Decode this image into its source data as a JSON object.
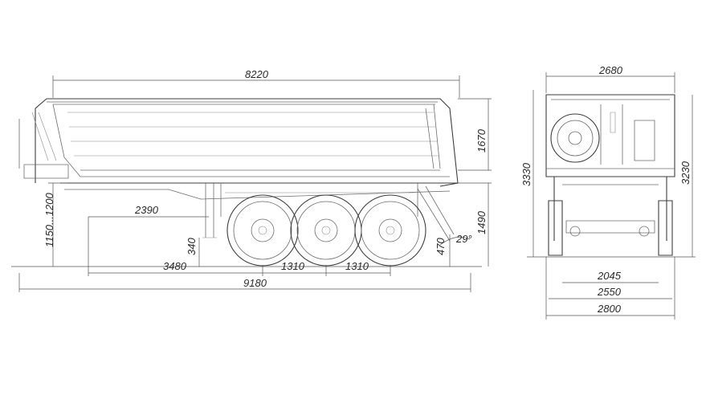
{
  "side_view": {
    "overall_length_top": "8220",
    "body_height": "1670",
    "total_height": "3330",
    "overall_length_bottom": "9180",
    "kingpin_to_axle": "3480",
    "axle_spacing_1": "1310",
    "axle_spacing_2": "1310",
    "landing_gear": "2390",
    "coupling_height": "1150...1200",
    "ground_clearance": "340",
    "rear_frame_height": "1490",
    "rear_step": "470",
    "tipping_angle": "29°"
  },
  "rear_view": {
    "body_width": "2680",
    "rear_height": "3230",
    "frame_width": "2045",
    "track_width": "2550",
    "overall_width": "2800"
  }
}
